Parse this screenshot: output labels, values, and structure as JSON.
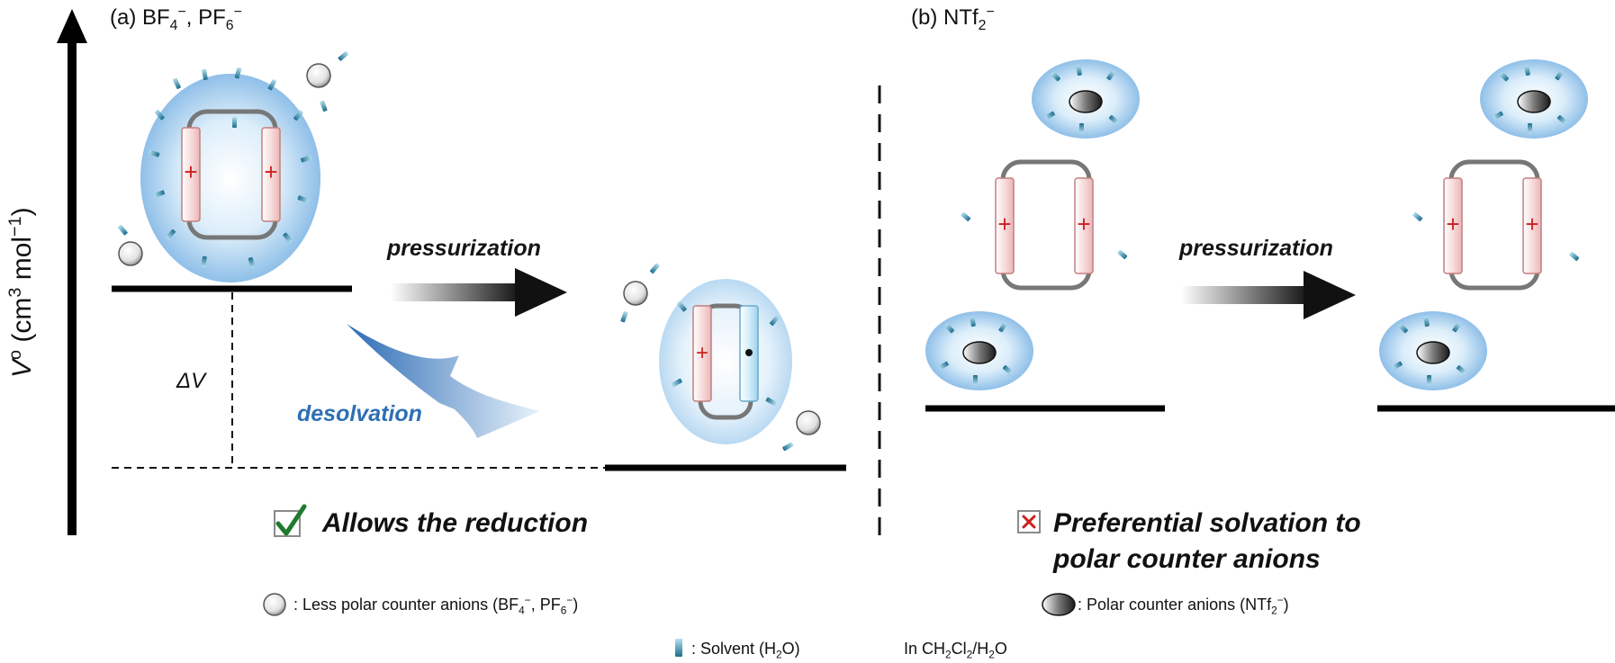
{
  "axis": {
    "y_label_main": "V",
    "y_label_sup": "o",
    "y_label_unit": " (cm",
    "y_label_unit_sup": "3",
    "y_label_unit_end": " mol",
    "y_label_unit_sup2": "−1",
    "y_label_close": ")"
  },
  "panel_a": {
    "title": "(a) BF",
    "title_sub1": "4",
    "title_sup1": "−",
    "title_mid": ", PF",
    "title_sub2": "6",
    "title_sup2": "−",
    "arrow_label": "pressurization",
    "desolvation_label": "desolvation",
    "delta_v_label": "ΔV",
    "verdict": "Allows the reduction"
  },
  "panel_b": {
    "title": "(b) NTf",
    "title_sub": "2",
    "title_sup": "−",
    "arrow_label": "pressurization",
    "verdict_line1": "Preferential solvation to",
    "verdict_line2": "polar counter anions"
  },
  "legend": {
    "less_polar": ": Less polar counter anions (BF",
    "less_polar_sub1": "4",
    "less_polar_sup1": "−",
    "less_polar_mid": ", PF",
    "less_polar_sub2": "6",
    "less_polar_sup2": "−",
    "less_polar_end": ")",
    "polar": ": Polar counter anions (NTf",
    "polar_sub": "2",
    "polar_sup": "−",
    "polar_end": ")",
    "solvent": ": Solvent (H",
    "solvent_sub": "2",
    "solvent_end": "O)",
    "medium": "In CH",
    "medium_sub1": "2",
    "medium_mid": "Cl",
    "medium_sub2": "2",
    "medium_end": "/H",
    "medium_sub3": "2",
    "medium_end2": "O"
  },
  "colors": {
    "solvation_shell": "#9ec8ec",
    "bar_pink": "#f6d5d5",
    "bar_blue": "#cdeaf8",
    "plus_red": "#cc1f1f",
    "desolvation_blue": "#2e6fb4",
    "check_green": "#1f7a2e",
    "cross_red": "#cc1f1f"
  }
}
